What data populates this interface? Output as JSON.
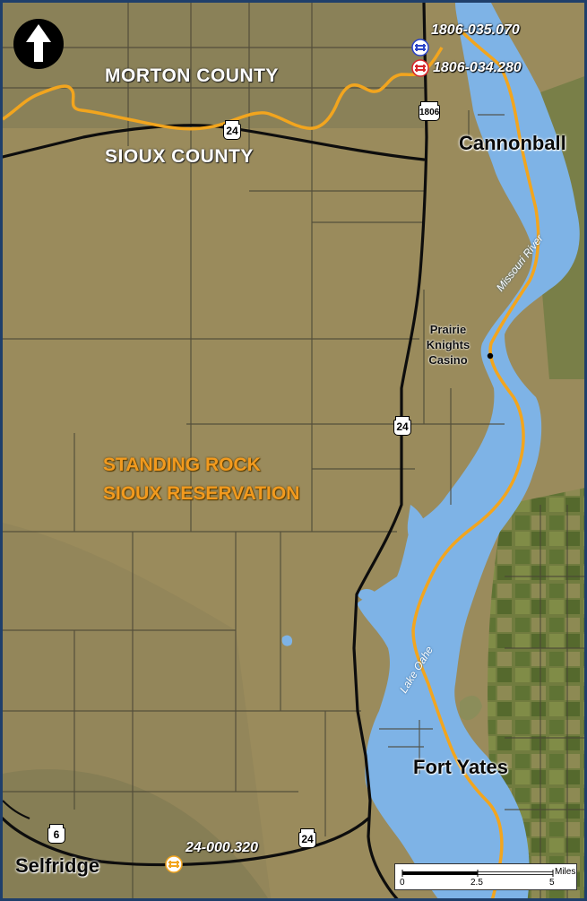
{
  "counties": {
    "north": "MORTON COUNTY",
    "south": "SIOUX COUNTY"
  },
  "reservation": {
    "line1": "STANDING ROCK",
    "line2": "SIOUX RESERVATION"
  },
  "towns": {
    "cannonball": "Cannonball",
    "fort_yates": "Fort Yates",
    "selfridge": "Selfridge",
    "casino_line1": "Prairie",
    "casino_line2": "Knights",
    "casino_line3": "Casino"
  },
  "water": {
    "river": "Missouri River",
    "lake": "Lake Oahe"
  },
  "bridges": [
    {
      "id": "1806-035.070",
      "color": "#2b44c9"
    },
    {
      "id": "1806-034.280",
      "color": "#d8262a"
    },
    {
      "id": "24-000.320",
      "color": "#f2a51e"
    }
  ],
  "routes": {
    "nd24_a": "24",
    "nd24_b": "24",
    "nd24_c": "24",
    "nd1806": "1806",
    "nd6": "6"
  },
  "scale": {
    "unit": "Miles",
    "tick0": "0",
    "tick1": "2.5",
    "tick2": "5"
  },
  "colors": {
    "water": "#7eb3e6",
    "boundary": "#f2a51e",
    "road": "#0d0d0d",
    "terrain": "#9a8b5c"
  },
  "icons": {
    "north_arrow": "north-arrow-icon",
    "bridge": "bridge-icon"
  }
}
